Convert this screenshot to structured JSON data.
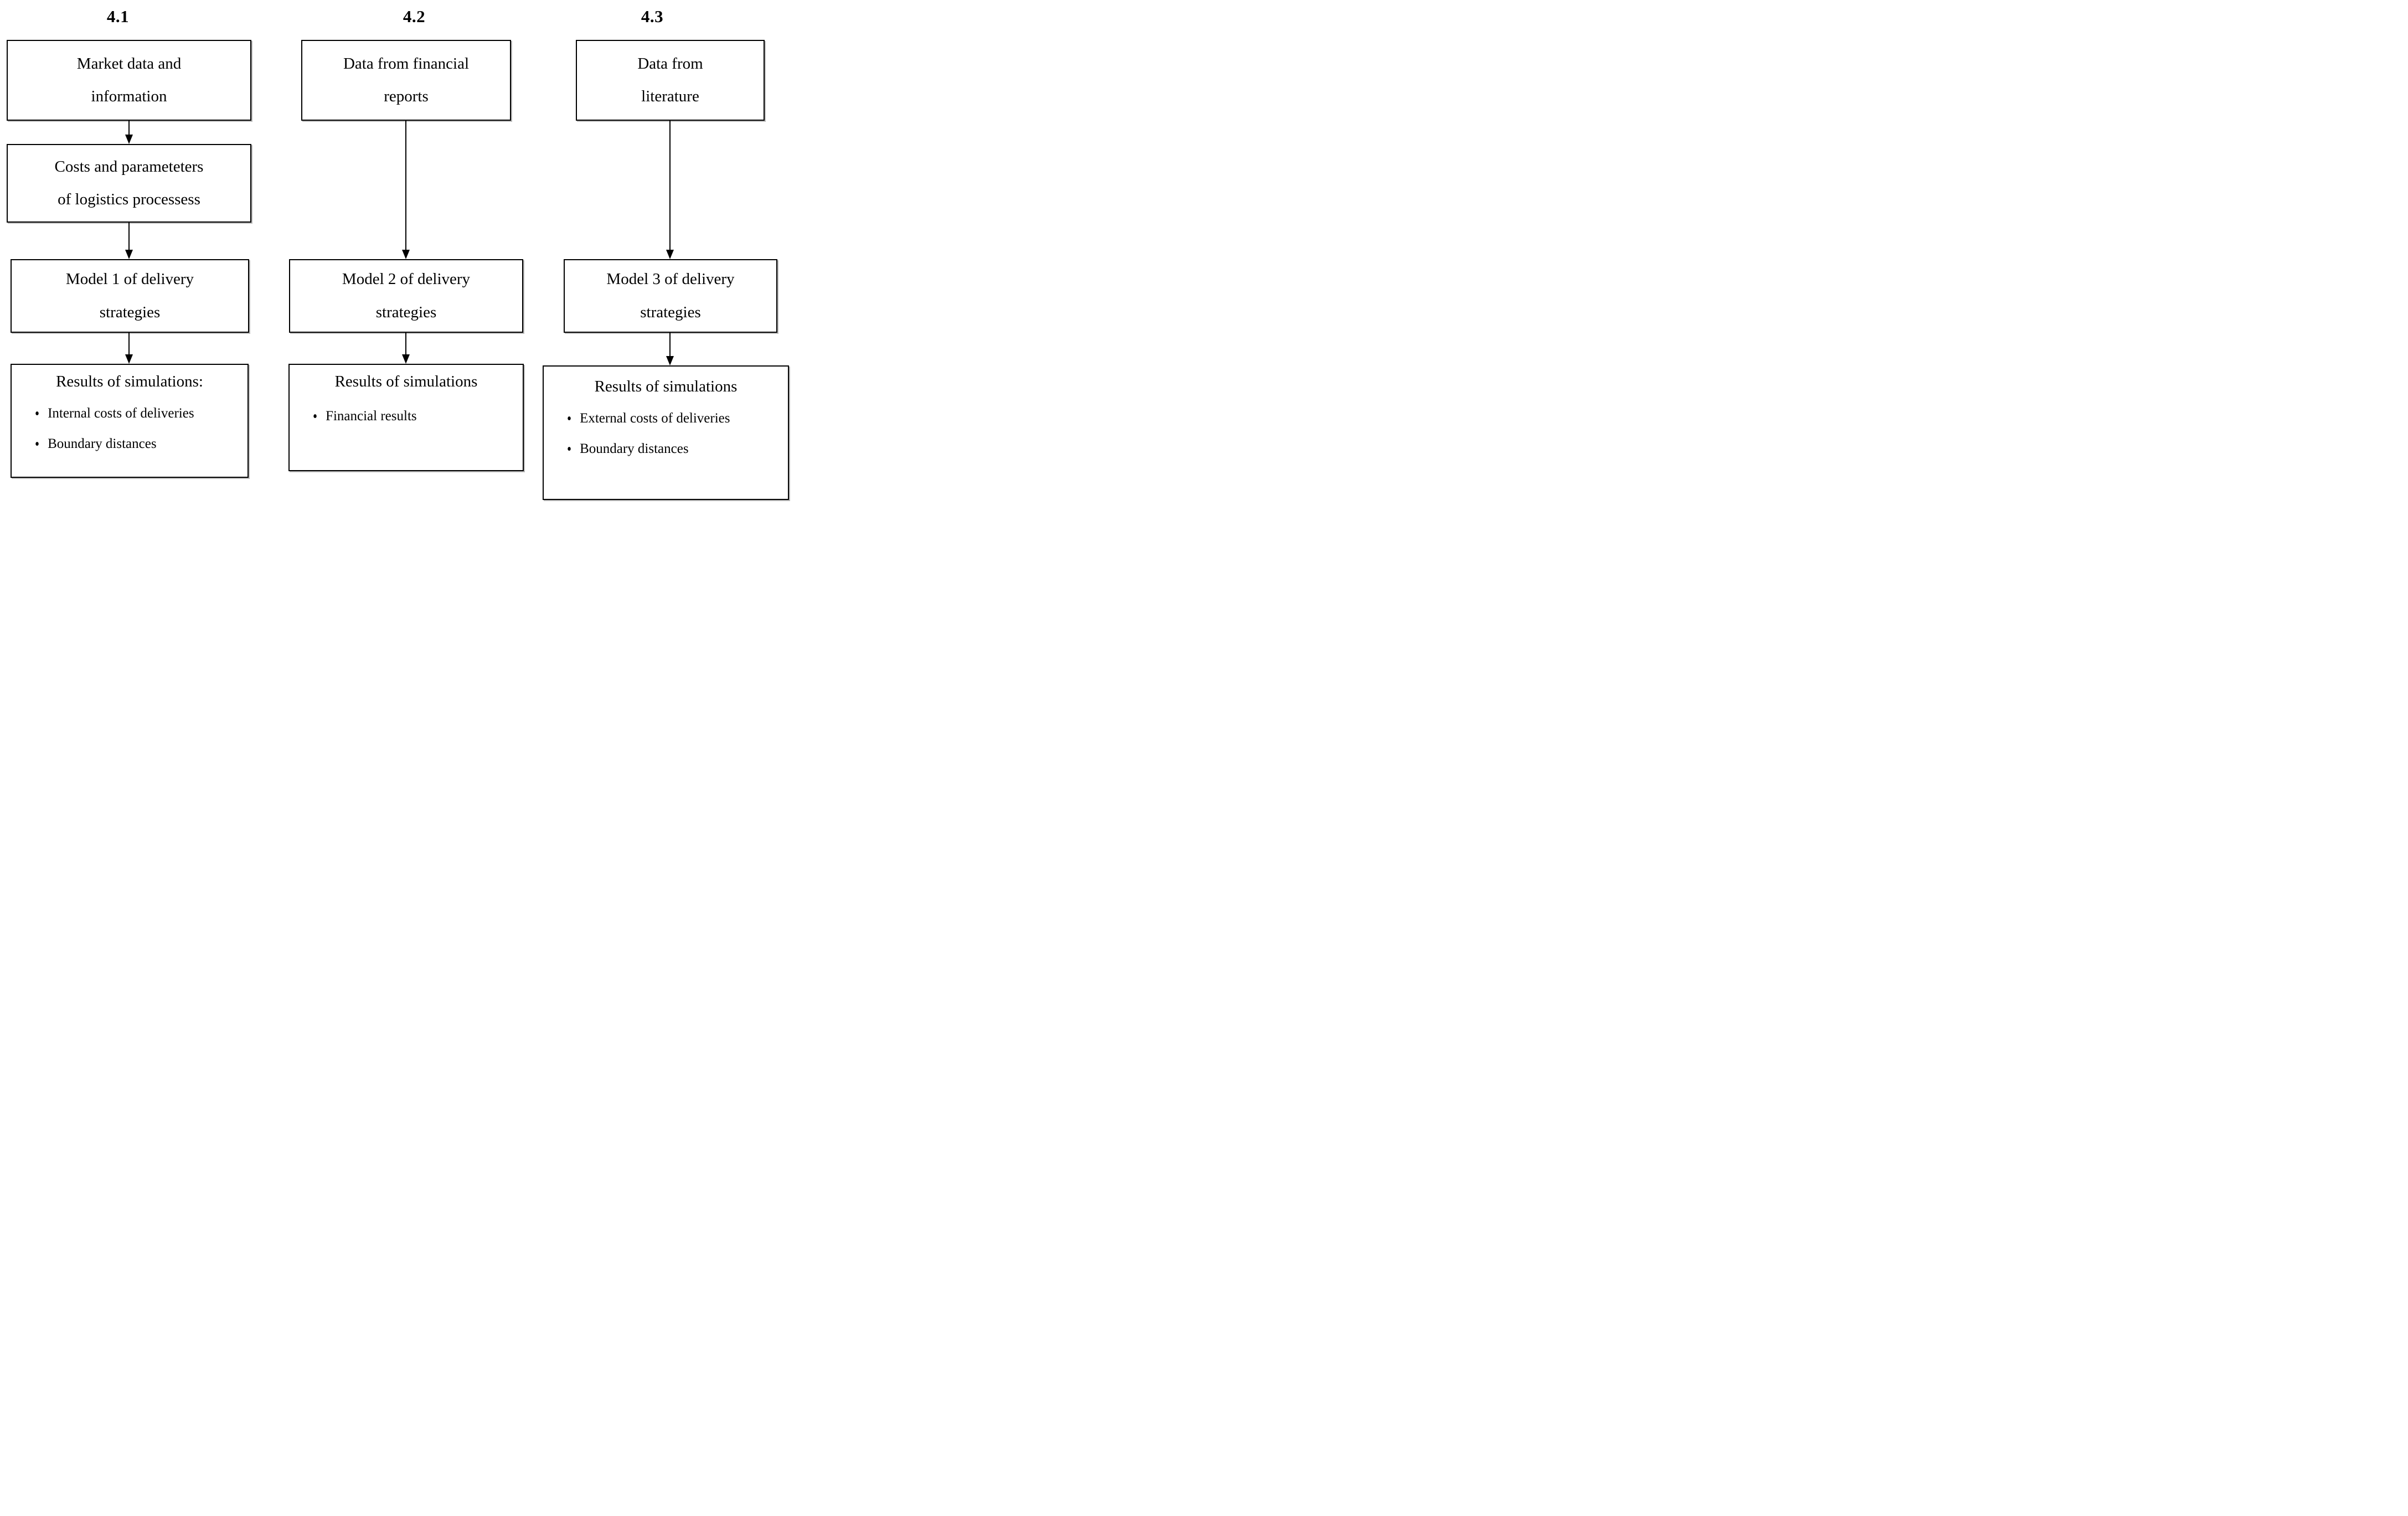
{
  "colors": {
    "ink": "#000000",
    "background": "#ffffff"
  },
  "columns": [
    {
      "header": "4.1",
      "source": {
        "lines": [
          "Market data and",
          "information"
        ]
      },
      "intermediate": {
        "lines": [
          "Costs and parameteters",
          "of logistics processess"
        ]
      },
      "model": {
        "lines": [
          "Model 1 of delivery",
          "strategies"
        ]
      },
      "results": {
        "title": "Results of simulations:",
        "bullets": [
          "Internal costs of deliveries",
          "Boundary distances"
        ]
      }
    },
    {
      "header": "4.2",
      "source": {
        "lines": [
          "Data from financial",
          "reports"
        ]
      },
      "model": {
        "lines": [
          "Model 2 of delivery",
          "strategies"
        ]
      },
      "results": {
        "title": "Results of simulations",
        "bullets": [
          "Financial results"
        ]
      }
    },
    {
      "header": "4.3",
      "source": {
        "lines": [
          "Data from",
          "literature"
        ]
      },
      "model": {
        "lines": [
          "Model 3 of delivery",
          "strategies"
        ]
      },
      "results": {
        "title": "Results of simulations",
        "bullets": [
          "External costs of deliveries",
          "Boundary distances"
        ]
      }
    }
  ]
}
